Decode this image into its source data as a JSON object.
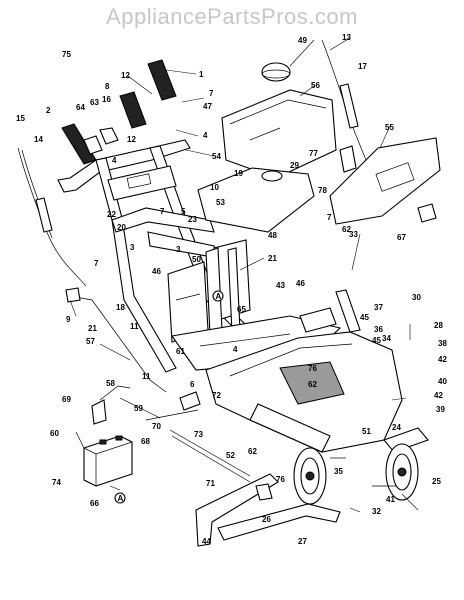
{
  "watermark": "AppliancePartsPros.com",
  "callouts": [
    {
      "id": "c75",
      "text": "75"
    },
    {
      "id": "c1",
      "text": "1"
    },
    {
      "id": "c12a",
      "text": "12"
    },
    {
      "id": "c8",
      "text": "8"
    },
    {
      "id": "c7a",
      "text": "7"
    },
    {
      "id": "c47",
      "text": "47"
    },
    {
      "id": "c49",
      "text": "49"
    },
    {
      "id": "c13",
      "text": "13"
    },
    {
      "id": "c17",
      "text": "17"
    },
    {
      "id": "c56",
      "text": "56"
    },
    {
      "id": "c2",
      "text": "2"
    },
    {
      "id": "c64",
      "text": "64"
    },
    {
      "id": "c63",
      "text": "63"
    },
    {
      "id": "c16",
      "text": "16"
    },
    {
      "id": "c12b",
      "text": "12"
    },
    {
      "id": "c4a",
      "text": "4"
    },
    {
      "id": "c15",
      "text": "15"
    },
    {
      "id": "c14",
      "text": "14"
    },
    {
      "id": "c55",
      "text": "55"
    },
    {
      "id": "c4b",
      "text": "4"
    },
    {
      "id": "c29",
      "text": "29"
    },
    {
      "id": "c77",
      "text": "77"
    },
    {
      "id": "c54",
      "text": "54"
    },
    {
      "id": "c19",
      "text": "19"
    },
    {
      "id": "c10",
      "text": "10"
    },
    {
      "id": "c53",
      "text": "53"
    },
    {
      "id": "c78",
      "text": "78"
    },
    {
      "id": "c22",
      "text": "22"
    },
    {
      "id": "c7b",
      "text": "7"
    },
    {
      "id": "c5",
      "text": "5"
    },
    {
      "id": "c23",
      "text": "23"
    },
    {
      "id": "c20",
      "text": "20"
    },
    {
      "id": "c48",
      "text": "48"
    },
    {
      "id": "c7c",
      "text": "7"
    },
    {
      "id": "c62a",
      "text": "62"
    },
    {
      "id": "c67",
      "text": "67"
    },
    {
      "id": "c33",
      "text": "33"
    },
    {
      "id": "c3",
      "text": "3"
    },
    {
      "id": "c7d",
      "text": "7"
    },
    {
      "id": "c50",
      "text": "50"
    },
    {
      "id": "c21a",
      "text": "21"
    },
    {
      "id": "c46a",
      "text": "46"
    },
    {
      "id": "c43",
      "text": "43"
    },
    {
      "id": "c46b",
      "text": "46"
    },
    {
      "id": "c30",
      "text": "30"
    },
    {
      "id": "c37",
      "text": "37"
    },
    {
      "id": "c9",
      "text": "9"
    },
    {
      "id": "c18",
      "text": "18"
    },
    {
      "id": "c65",
      "text": "65"
    },
    {
      "id": "c45a",
      "text": "45"
    },
    {
      "id": "c28",
      "text": "28"
    },
    {
      "id": "c21b",
      "text": "21"
    },
    {
      "id": "c11a",
      "text": "11"
    },
    {
      "id": "c36",
      "text": "36"
    },
    {
      "id": "c45b",
      "text": "45"
    },
    {
      "id": "c38",
      "text": "38"
    },
    {
      "id": "c57",
      "text": "57"
    },
    {
      "id": "c61",
      "text": "61"
    },
    {
      "id": "c4c",
      "text": "4"
    },
    {
      "id": "c34",
      "text": "34"
    },
    {
      "id": "c42a",
      "text": "42"
    },
    {
      "id": "c76",
      "text": "76"
    },
    {
      "id": "c62b",
      "text": "62"
    },
    {
      "id": "c40",
      "text": "40"
    },
    {
      "id": "c11b",
      "text": "11"
    },
    {
      "id": "c6",
      "text": "6"
    },
    {
      "id": "c58",
      "text": "58"
    },
    {
      "id": "c69",
      "text": "69"
    },
    {
      "id": "c72",
      "text": "72"
    },
    {
      "id": "c59",
      "text": "59"
    },
    {
      "id": "c42b",
      "text": "42"
    },
    {
      "id": "c39",
      "text": "39"
    },
    {
      "id": "c24",
      "text": "24"
    },
    {
      "id": "c60",
      "text": "60"
    },
    {
      "id": "c70",
      "text": "70"
    },
    {
      "id": "c73",
      "text": "73"
    },
    {
      "id": "c68",
      "text": "68"
    },
    {
      "id": "c51",
      "text": "51"
    },
    {
      "id": "c52",
      "text": "52"
    },
    {
      "id": "c62c",
      "text": "62"
    },
    {
      "id": "c35",
      "text": "35"
    },
    {
      "id": "c74",
      "text": "74"
    },
    {
      "id": "c76b",
      "text": "76"
    },
    {
      "id": "c25",
      "text": "25"
    },
    {
      "id": "c71",
      "text": "71"
    },
    {
      "id": "c66",
      "text": "66"
    },
    {
      "id": "c41",
      "text": "41"
    },
    {
      "id": "c26",
      "text": "26"
    },
    {
      "id": "c32",
      "text": "32"
    },
    {
      "id": "c44",
      "text": "44"
    },
    {
      "id": "c27",
      "text": "27"
    },
    {
      "id": "c3b",
      "text": "3"
    }
  ],
  "connectors": [
    {
      "id": "conA1",
      "text": "A"
    },
    {
      "id": "conA2",
      "text": "A"
    }
  ]
}
